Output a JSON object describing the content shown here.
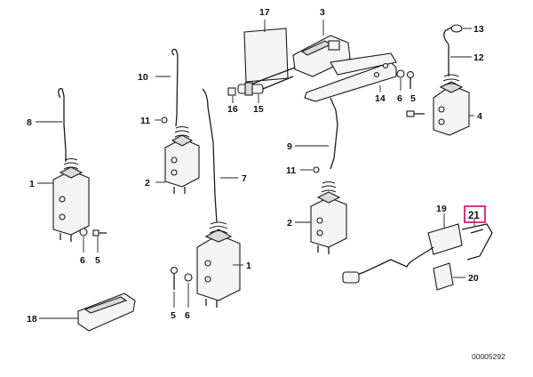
{
  "diagram": {
    "highlight_color": "#d6006e",
    "reference_number": "00005292",
    "callouts": [
      {
        "key": "c17",
        "label": "17"
      },
      {
        "key": "c3",
        "label": "3"
      },
      {
        "key": "c13",
        "label": "13"
      },
      {
        "key": "c12",
        "label": "12"
      },
      {
        "key": "c10",
        "label": "10"
      },
      {
        "key": "c8",
        "label": "8"
      },
      {
        "key": "c16",
        "label": "16"
      },
      {
        "key": "c15",
        "label": "15"
      },
      {
        "key": "c14",
        "label": "14"
      },
      {
        "key": "c6a",
        "label": "6"
      },
      {
        "key": "c5a",
        "label": "5"
      },
      {
        "key": "c4",
        "label": "4"
      },
      {
        "key": "c11a",
        "label": "11"
      },
      {
        "key": "c2a",
        "label": "2"
      },
      {
        "key": "c9",
        "label": "9"
      },
      {
        "key": "c7",
        "label": "7"
      },
      {
        "key": "c1a",
        "label": "1"
      },
      {
        "key": "c11b",
        "label": "11"
      },
      {
        "key": "c19",
        "label": "19"
      },
      {
        "key": "c21",
        "label": "21"
      },
      {
        "key": "c2b",
        "label": "2"
      },
      {
        "key": "c6b",
        "label": "6"
      },
      {
        "key": "c5b",
        "label": "5"
      },
      {
        "key": "c1b",
        "label": "1"
      },
      {
        "key": "c20",
        "label": "20"
      },
      {
        "key": "c18",
        "label": "18"
      },
      {
        "key": "c5c",
        "label": "5"
      },
      {
        "key": "c6c",
        "label": "6"
      }
    ]
  }
}
